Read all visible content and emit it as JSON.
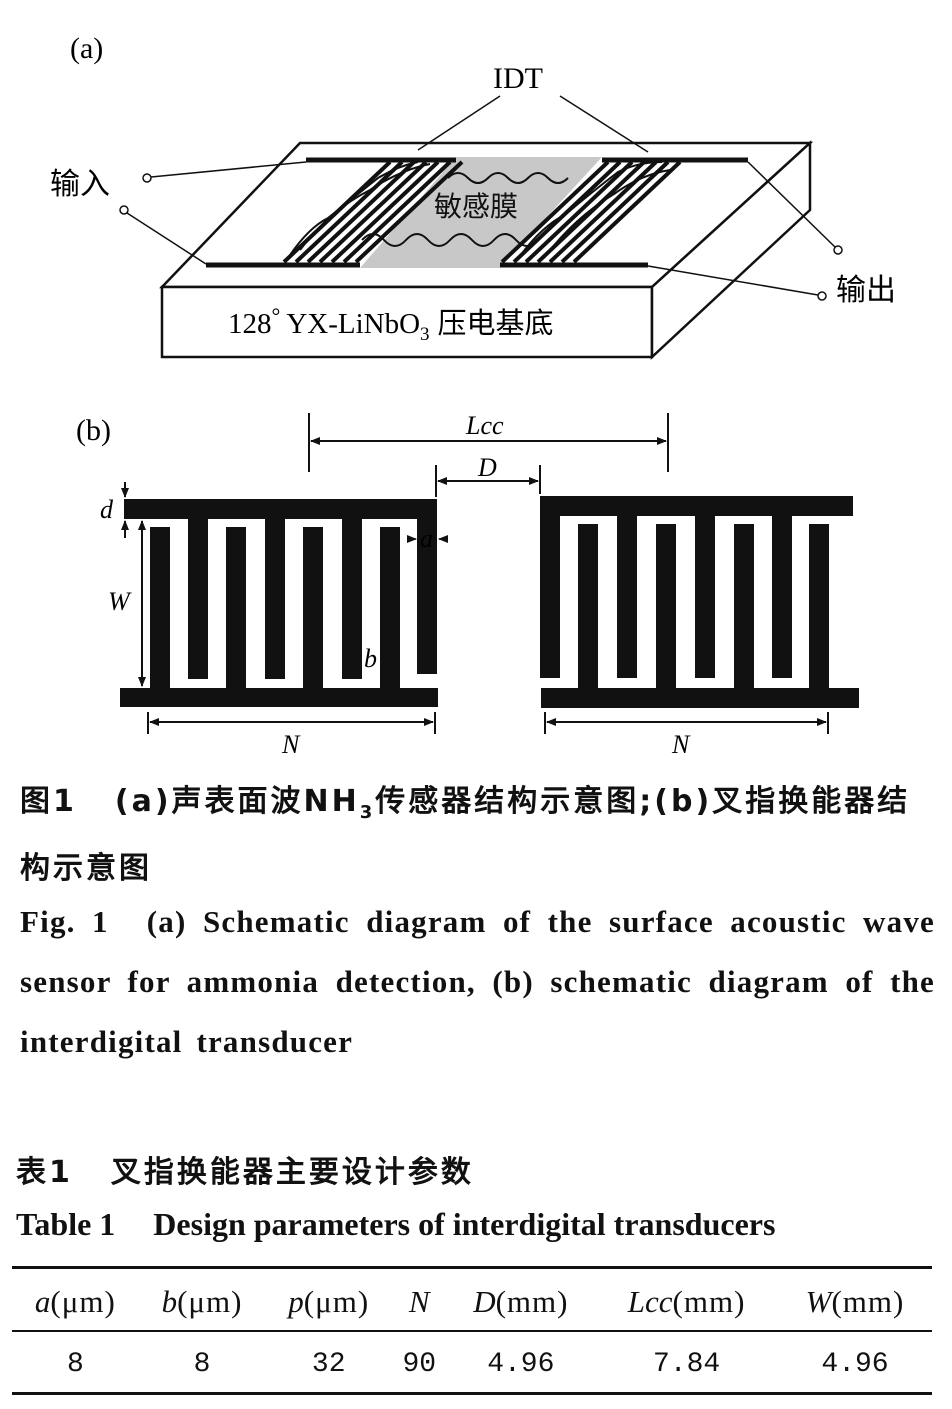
{
  "figure": {
    "panel_a": {
      "label": "(a)",
      "idt_label": "IDT",
      "input_label": "输入",
      "output_label": "输出",
      "film_label": "敏感膜",
      "substrate_label": {
        "prefix": "128",
        "degree": "°",
        "material": "YX-LiNbO",
        "subscript": "3",
        "suffix": "压电基底"
      }
    },
    "panel_b": {
      "label": "(b)",
      "dims": {
        "lcc": "Lcc",
        "d_gap": "D",
        "d_small": "d",
        "a": "a",
        "w": "W",
        "b": "b",
        "n_left": "N",
        "n_right": "N"
      }
    }
  },
  "caption": {
    "cn": {
      "fig_no": "图1",
      "part1": "(a)声表面波NH",
      "sub": "3",
      "part2": "传感器结构示意图;(b)叉指换能器结构示意图"
    },
    "en": {
      "fig_no": "Fig. 1",
      "text": "(a) Schematic diagram of the surface acoustic wave sensor for ammonia detection, (b) schematic diagram of the interdigital transducer"
    }
  },
  "table": {
    "title_cn": {
      "no": "表1",
      "text": "叉指换能器主要设计参数"
    },
    "title_en": {
      "no": "Table 1",
      "text": "Design parameters of interdigital transducers"
    },
    "headers": [
      {
        "sym": "a",
        "unit": "(μm)"
      },
      {
        "sym": "b",
        "unit": "(μm)"
      },
      {
        "sym": "p",
        "unit": "(μm)"
      },
      {
        "sym": "N",
        "unit": ""
      },
      {
        "sym": "D",
        "unit": "(mm)"
      },
      {
        "sym": "Lcc",
        "unit": "(mm)"
      },
      {
        "sym": "W",
        "unit": "(mm)"
      }
    ],
    "rows": [
      [
        "8",
        "8",
        "32",
        "90",
        "4.96",
        "7.84",
        "4.96"
      ]
    ]
  }
}
